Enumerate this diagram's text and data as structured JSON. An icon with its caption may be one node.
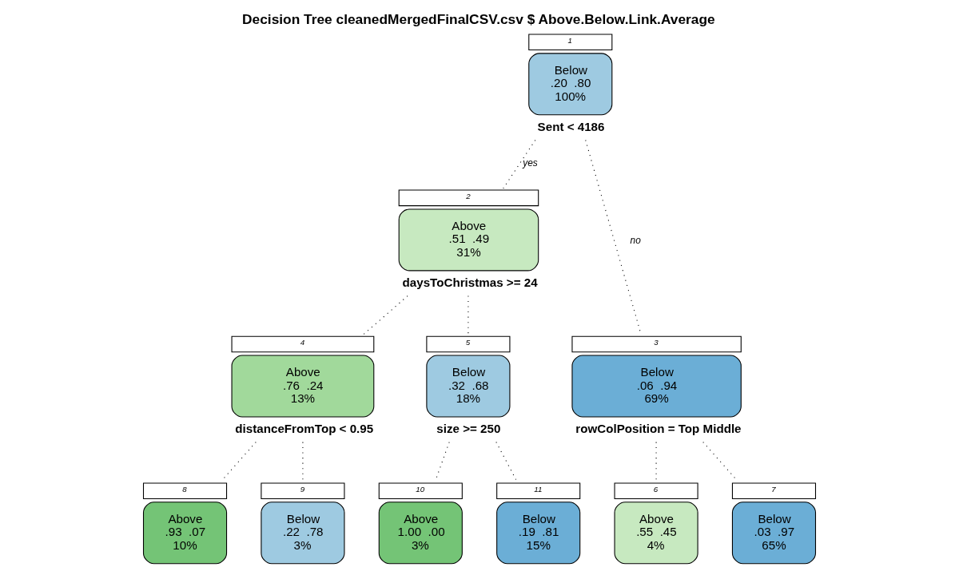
{
  "diagram": {
    "title": "Decision Tree cleanedMergedFinalCSV.csv $ Above.Below.Link.Average",
    "nodes": [
      {
        "text": [
          "Below",
          ".20  .80",
          "100%"
        ],
        "beside": [
          "1",
          "Sent < 4186"
        ]
      },
      {
        "text": [
          "Above",
          ".51  .49",
          "31%"
        ],
        "beside": [
          "2",
          "daysToChristmas >= 24"
        ]
      },
      {
        "text": [
          "Below",
          ".06  .94",
          "69%"
        ],
        "beside": [
          "3",
          "rowColPosition = Top Middle"
        ]
      },
      {
        "text": [
          "Above",
          ".76  .24",
          "13%"
        ],
        "beside": [
          "4",
          "distanceFromTop < 0.95"
        ]
      },
      {
        "text": [
          "Below",
          ".32  .68",
          "18%"
        ],
        "beside": [
          "5",
          "size >= 250"
        ]
      },
      {
        "text": [
          "Above",
          ".93  .07",
          "10%"
        ],
        "beside": [
          "8"
        ]
      },
      {
        "text": [
          "Below",
          ".22  .78",
          "3%"
        ],
        "beside": [
          "9"
        ]
      },
      {
        "text": [
          "Above",
          "1.00  .00",
          "3%"
        ],
        "beside": [
          "10"
        ]
      },
      {
        "text": [
          "Below",
          ".19  .81",
          "15%"
        ],
        "beside": [
          "11"
        ]
      },
      {
        "text": [
          "Above",
          ".55  .45",
          "4%"
        ],
        "beside": [
          "6"
        ]
      },
      {
        "text": [
          "Below",
          ".03  .97",
          "65%"
        ],
        "beside": [
          "7"
        ]
      }
    ],
    "edges": [
      {
        "from": 0,
        "to": 1,
        "arrow": "none",
        "label": "yes"
      },
      {
        "from": 0,
        "to": 2,
        "arrow": "none",
        "label": "no"
      },
      {
        "from": 1,
        "to": 3,
        "arrow": "none"
      },
      {
        "from": 1,
        "to": 4,
        "arrow": "none"
      },
      {
        "from": 3,
        "to": 5,
        "arrow": "none"
      },
      {
        "from": 3,
        "to": 6,
        "arrow": "none"
      },
      {
        "from": 4,
        "to": 7,
        "arrow": "none"
      },
      {
        "from": 4,
        "to": 8,
        "arrow": "none"
      },
      {
        "from": 2,
        "to": 9,
        "arrow": "none"
      },
      {
        "from": 2,
        "to": 10,
        "arrow": "none"
      }
    ]
  }
}
